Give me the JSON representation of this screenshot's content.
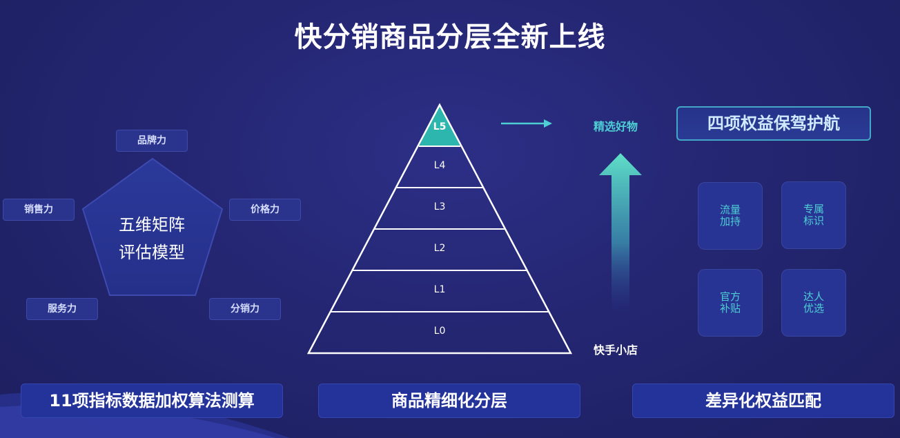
{
  "title": "快分销商品分层全新上线",
  "pentagon": {
    "center_line1": "五维矩阵",
    "center_line2": "评估模型",
    "labels": {
      "top": "品牌力",
      "left": "销售力",
      "right": "价格力",
      "bottom_left": "服务力",
      "bottom_right": "分销力"
    }
  },
  "pyramid": {
    "tiers": [
      "L5",
      "L4",
      "L3",
      "L2",
      "L1",
      "L0"
    ],
    "highlight_color": "#2cb6ad"
  },
  "arrow_labels": {
    "top": "精选好物",
    "bottom": "快手小店"
  },
  "benefits": {
    "title": "四项权益保驾护航",
    "items": [
      {
        "line1": "流量",
        "line2": "加持"
      },
      {
        "line1": "专属",
        "line2": "标识"
      },
      {
        "line1": "官方",
        "line2": "补贴"
      },
      {
        "line1": "达人",
        "line2": "优选"
      }
    ]
  },
  "bottom_buttons": [
    "11项指标数据加权算法测算",
    "商品精细化分层",
    "差异化权益匹配"
  ],
  "colors": {
    "background": "#242672",
    "accent_teal": "#4ecfd4",
    "button_blue": "#243399"
  }
}
